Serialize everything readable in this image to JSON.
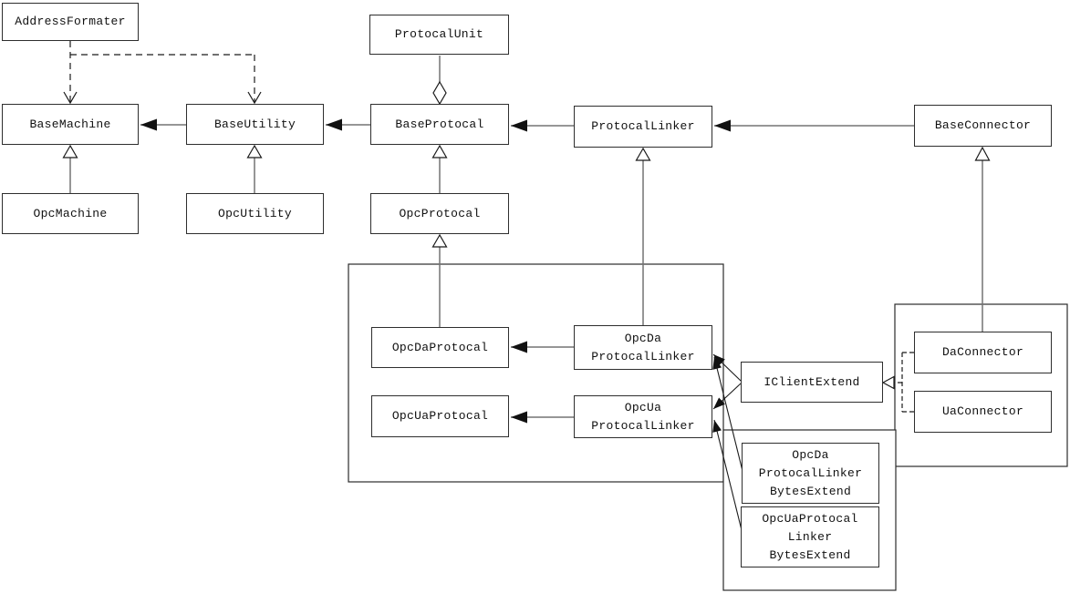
{
  "diagram": {
    "kind": "uml-class-diagram",
    "colors": {
      "background": "#ffffff",
      "box_fill": "#ffffff",
      "box_border": "#2e2e2e",
      "line": "#737373",
      "dashed_line": "#1a1a1a",
      "arrowhead": "#111111"
    }
  },
  "nodes": {
    "addressFormater": {
      "label": "AddressFormater"
    },
    "baseMachine": {
      "label": "BaseMachine"
    },
    "opcMachine": {
      "label": "OpcMachine"
    },
    "baseUtility": {
      "label": "BaseUtility"
    },
    "opcUtility": {
      "label": "OpcUtility"
    },
    "protocalUnit": {
      "label": "ProtocalUnit"
    },
    "baseProtocal": {
      "label": "BaseProtocal"
    },
    "opcProtocal": {
      "label": "OpcProtocal"
    },
    "protocalLinker": {
      "label": "ProtocalLinker"
    },
    "baseConnector": {
      "label": "BaseConnector"
    },
    "opcDaProtocal": {
      "label": "OpcDaProtocal"
    },
    "opcUaProtocal": {
      "label": "OpcUaProtocal"
    },
    "opcDaProtocalLinker": {
      "lines": [
        "OpcDa",
        "ProtocalLinker"
      ]
    },
    "opcUaProtocalLinker": {
      "lines": [
        "OpcUa",
        "ProtocalLinker"
      ]
    },
    "iClientExtend": {
      "label": "IClientExtend"
    },
    "daConnector": {
      "label": "DaConnector"
    },
    "uaConnector": {
      "label": "UaConnector"
    },
    "opcDaProtocalLinkerBytesExtend": {
      "lines": [
        "OpcDa",
        "ProtocalLinker",
        "BytesExtend"
      ]
    },
    "opcUaProtocalLinkerBytesExtend": {
      "lines": [
        "OpcUaProtocal",
        "Linker",
        "BytesExtend"
      ]
    }
  },
  "relationships": [
    {
      "from": "AddressFormater",
      "to": "BaseMachine",
      "type": "dashed-dependency"
    },
    {
      "from": "AddressFormater",
      "to": "BaseUtility",
      "type": "dashed-dependency"
    },
    {
      "from": "BaseUtility",
      "to": "BaseMachine",
      "type": "association-arrow"
    },
    {
      "from": "BaseProtocal",
      "to": "BaseUtility",
      "type": "association-arrow"
    },
    {
      "from": "ProtocalLinker",
      "to": "BaseProtocal",
      "type": "association-arrow"
    },
    {
      "from": "BaseConnector",
      "to": "ProtocalLinker",
      "type": "association-arrow"
    },
    {
      "from": "ProtocalUnit",
      "to": "BaseProtocal",
      "type": "aggregation-diamond"
    },
    {
      "from": "OpcMachine",
      "to": "BaseMachine",
      "type": "inheritance"
    },
    {
      "from": "OpcUtility",
      "to": "BaseUtility",
      "type": "inheritance"
    },
    {
      "from": "OpcProtocal",
      "to": "BaseProtocal",
      "type": "inheritance"
    },
    {
      "from": "OpcDaProtocal",
      "to": "OpcProtocal",
      "type": "inheritance"
    },
    {
      "from": "OpcDaProtocalLinker",
      "to": "ProtocalLinker",
      "type": "inheritance"
    },
    {
      "from": "DaConnector",
      "to": "BaseConnector",
      "type": "inheritance"
    },
    {
      "from": "OpcDaProtocalLinker",
      "to": "OpcDaProtocal",
      "type": "association-arrow"
    },
    {
      "from": "OpcUaProtocalLinker",
      "to": "OpcUaProtocal",
      "type": "association-arrow"
    },
    {
      "from": "IClientExtend",
      "to": "OpcDaProtocalLinker",
      "type": "association-arrow"
    },
    {
      "from": "IClientExtend",
      "to": "OpcUaProtocalLinker",
      "type": "association-arrow"
    },
    {
      "from": "OpcDaProtocalLinkerBytesExtend",
      "to": "OpcDaProtocalLinker",
      "type": "association-arrow"
    },
    {
      "from": "OpcUaProtocalLinkerBytesExtend",
      "to": "OpcUaProtocalLinker",
      "type": "association-arrow"
    },
    {
      "from": "DaConnector",
      "to": "IClientExtend",
      "type": "dashed-realization"
    },
    {
      "from": "UaConnector",
      "to": "IClientExtend",
      "type": "dashed-realization"
    }
  ]
}
